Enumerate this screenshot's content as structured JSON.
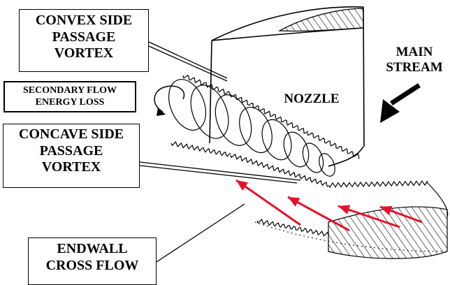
{
  "labels": {
    "convex_vortex": [
      "CONVEX SIDE",
      "PASSAGE",
      "VORTEX"
    ],
    "secondary_loss": [
      "SECONDARY FLOW",
      "ENERGY LOSS"
    ],
    "concave_vortex": [
      "CONCAVE SIDE",
      "PASSAGE",
      "VORTEX"
    ],
    "endwall_flow": [
      "ENDWALL",
      "CROSS FLOW"
    ],
    "nozzle": "NOZZLE",
    "main_stream": [
      "MAIN",
      "STREAM"
    ]
  },
  "colors": {
    "line": "#000000",
    "flow_arrow": "#e8102a",
    "mainstream_arrow": "#000000"
  }
}
